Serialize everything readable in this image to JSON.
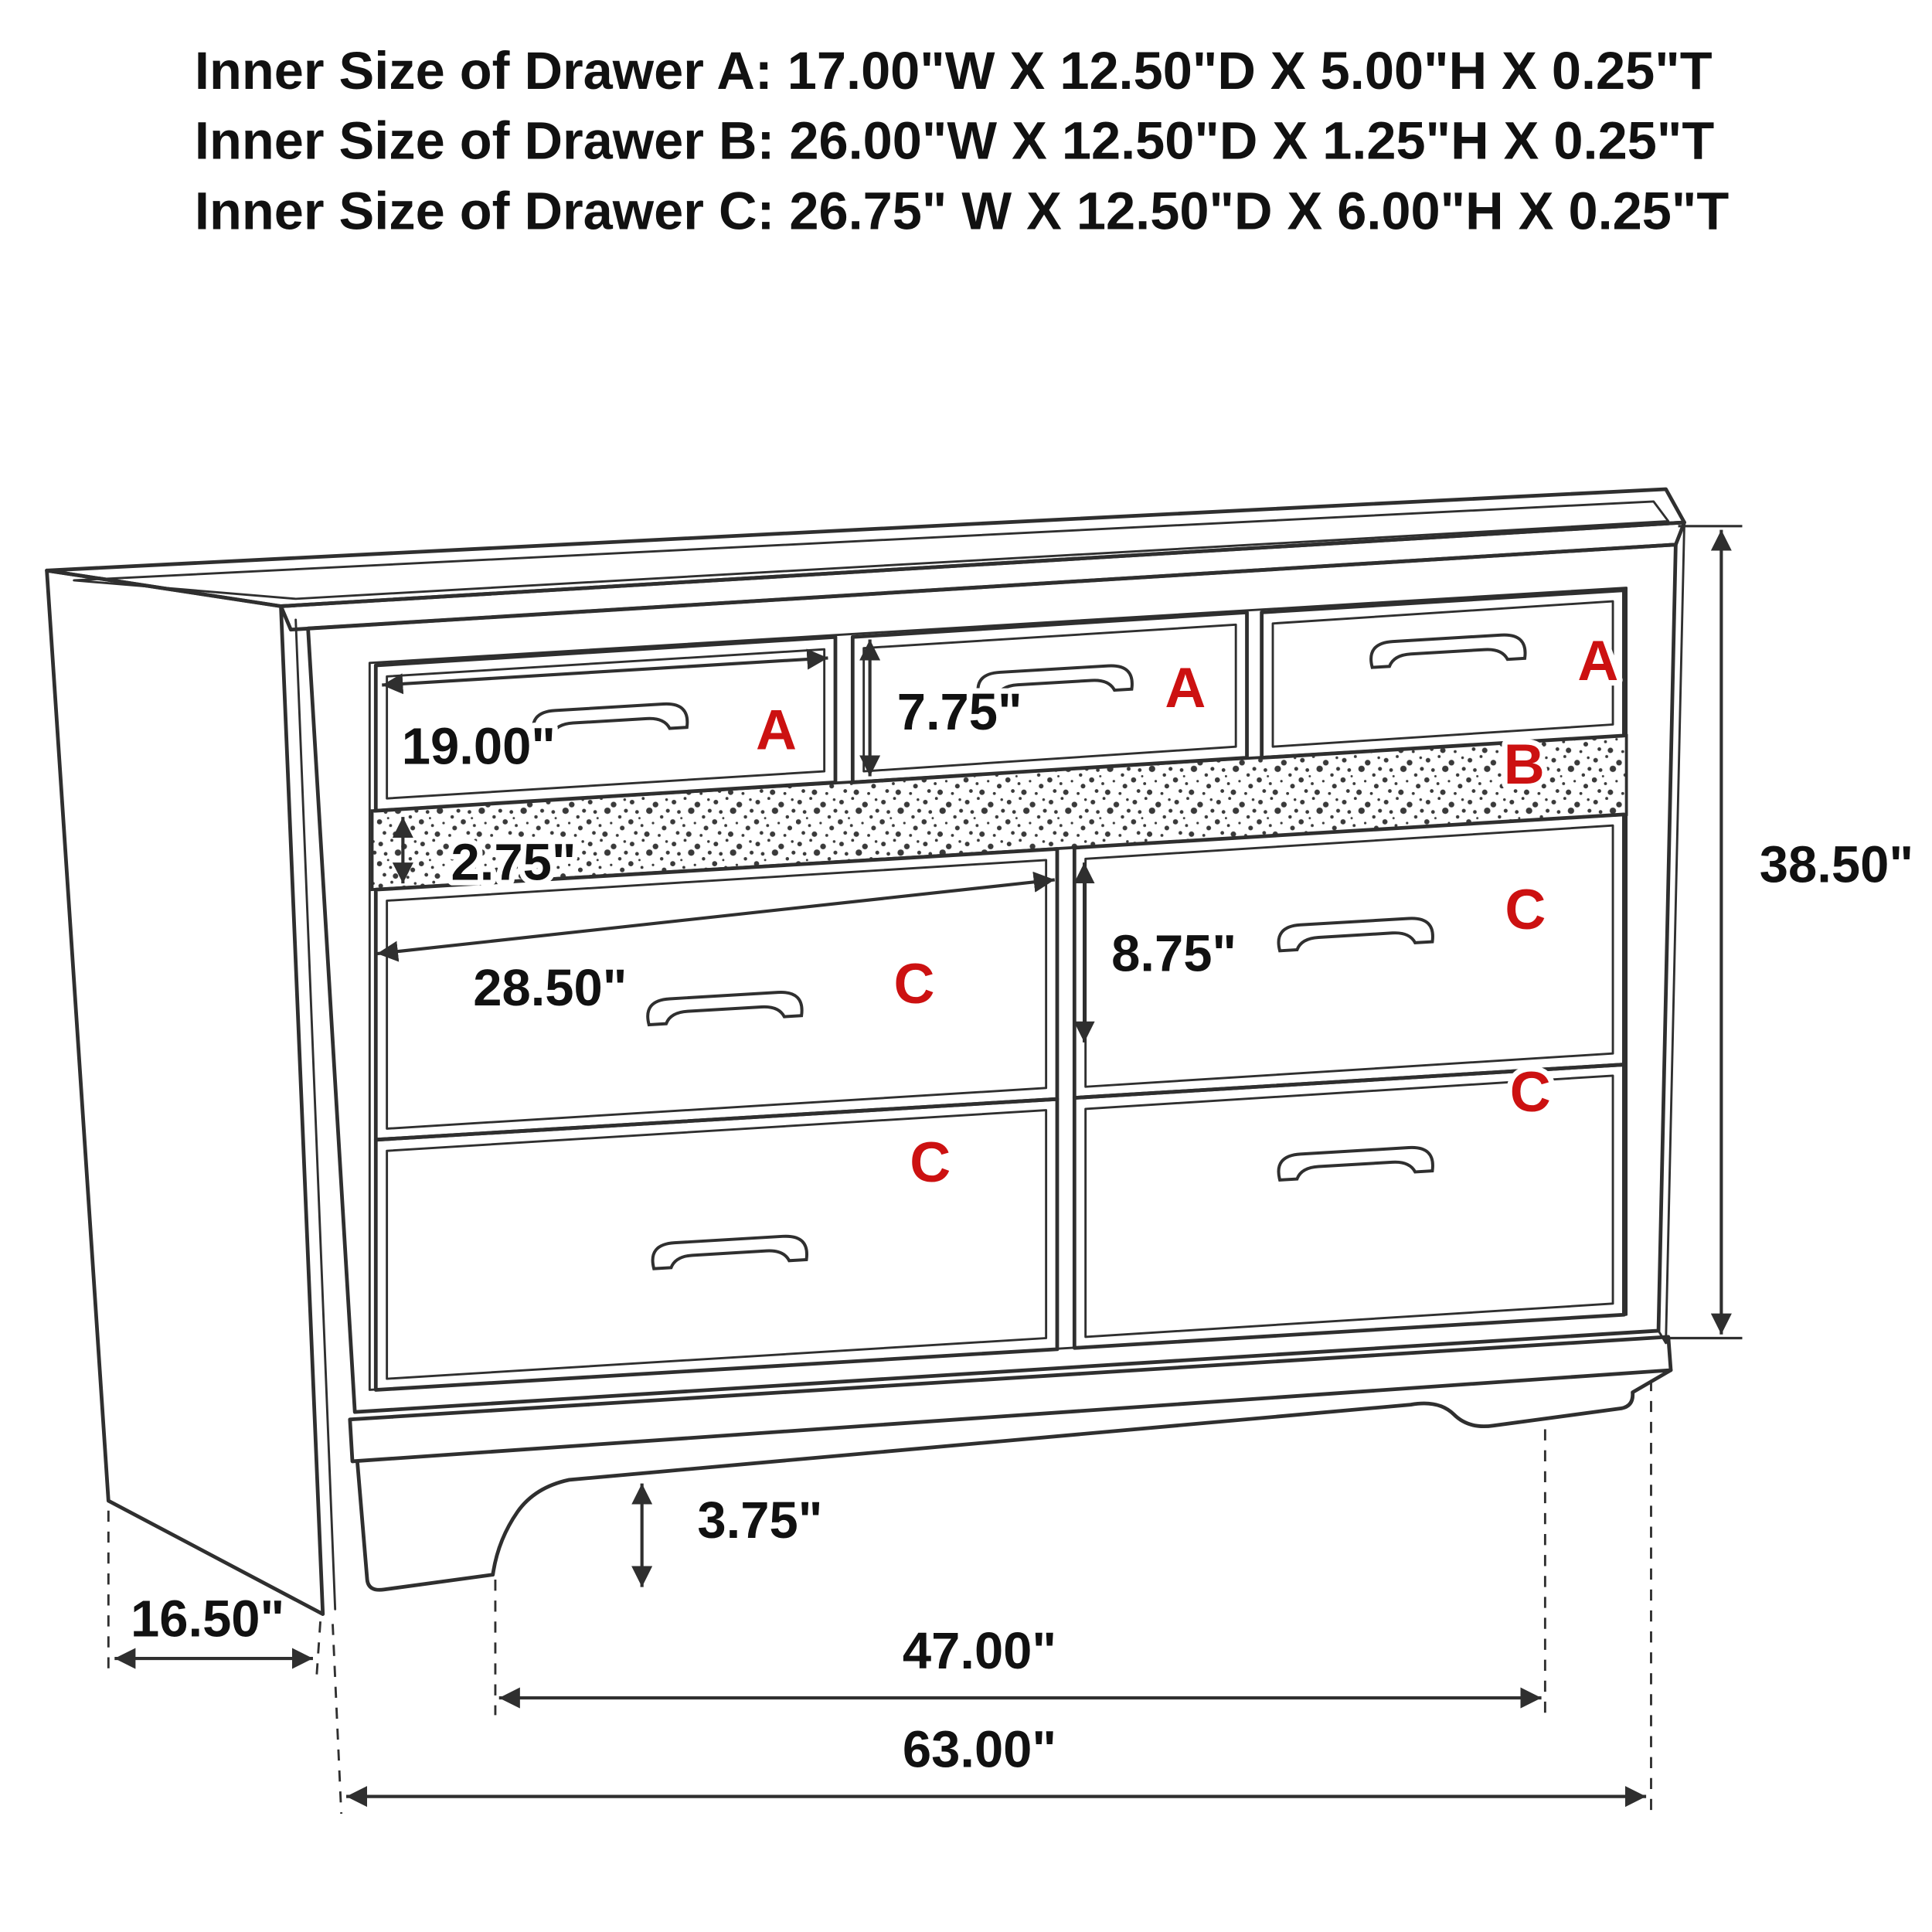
{
  "header": {
    "lines": [
      "Inner Size of Drawer A: 17.00\"W X 12.50\"D X 5.00\"H X 0.25\"T",
      "Inner Size of Drawer B: 26.00\"W X 12.50\"D X 1.25\"H X 0.25\"T",
      "Inner Size of Drawer C: 26.75\" W X 12.50\"D X 6.00\"H X 0.25\"T"
    ]
  },
  "labels": {
    "drawer_a1": "A",
    "drawer_a2": "A",
    "drawer_a3": "A",
    "drawer_b": "B",
    "drawer_c1": "C",
    "drawer_c2": "C",
    "drawer_c3": "C",
    "drawer_c4": "C"
  },
  "dimensions": {
    "drawer_a_width": "19.00\"",
    "drawer_a_front_height": "7.75\"",
    "drawer_b_front_height": "2.75\"",
    "drawer_c_width": "28.50\"",
    "drawer_c_front_height": "8.75\"",
    "overall_height": "38.50\"",
    "foot_height": "3.75\"",
    "side_depth": "16.50\"",
    "foot_span": "47.00\"",
    "overall_width": "63.00\""
  },
  "colors": {
    "label_red": "#cc1111",
    "line": "#2f2f2f",
    "text": "#111111",
    "background": "#ffffff"
  }
}
